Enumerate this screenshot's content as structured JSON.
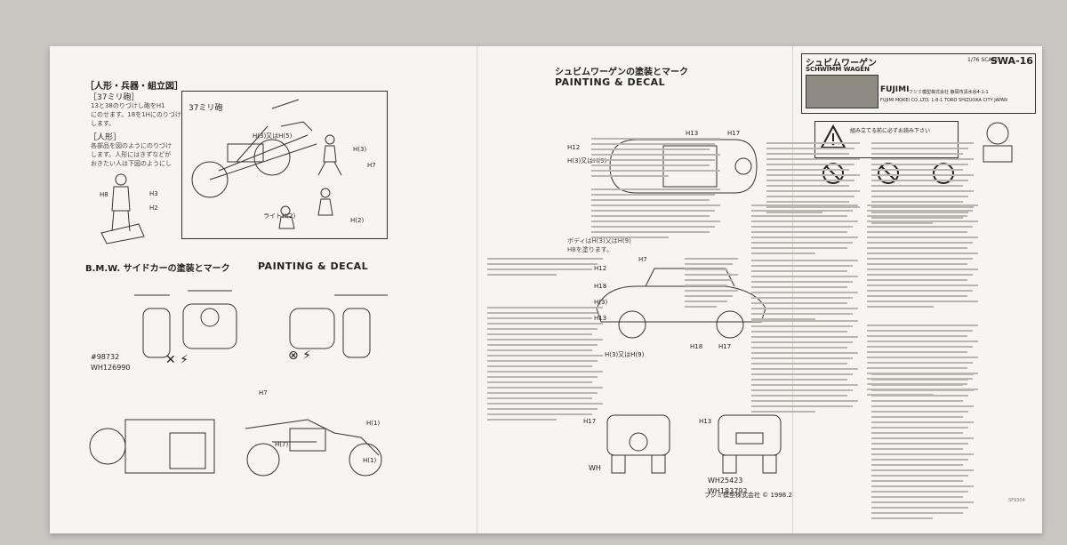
{
  "left_panel": {
    "assembly_title": "［人形・兵器・組立図］",
    "gun_note_title": "［37ミリ砲］",
    "gun_note_lines": [
      "13と38のりづけし砲をH1",
      "にのせます。18を1Hにのりづけ",
      "します。"
    ],
    "figure_note_title": "［人形］",
    "figure_note_lines": [
      "各部品を図のようにのりづけ",
      "します。人形にはきずなどが",
      "おきたい人は下図のようにし"
    ],
    "gun_label": "37ミリ砲",
    "h_labels": [
      "H8",
      "H3",
      "H2",
      "H(3)又はH(5)",
      "ライトH(2)",
      "H7",
      "H(3)",
      "H(2)"
    ],
    "bmw_title": "B.M.W. サイドカーの塗装とマーク",
    "bmw_title_en": "PAINTING & DECAL",
    "plate_numbers": [
      "#98732",
      "WH126990"
    ],
    "sidecar_labels": [
      "H7",
      "H(1)",
      "H(7)",
      "H(1)"
    ]
  },
  "middle_panel": {
    "title_jp": "シュビムワーゲンの塗装とマーク",
    "title_en": "PAINTING & DECAL",
    "top_labels": [
      "H12",
      "H(3)又はH(9)",
      "H13",
      "H17"
    ],
    "side_note_lines": [
      "ボディはH(3)又はH(9)",
      "H8を塗ります。"
    ],
    "side_labels": [
      "H7",
      "H12",
      "H18",
      "H(3)",
      "H13",
      "H(3)又はH(9)",
      "H18",
      "H17"
    ],
    "front_labels": [
      "H17",
      "H13"
    ],
    "plate_labels": [
      "WH",
      "WH25423",
      "WH183792"
    ],
    "footer": "フジミ模型株式会社 © 1998.2"
  },
  "right_panel": {
    "product_jp": "シュビムワーゲン",
    "product_en": "SCHWIMM WAGEN",
    "scale_label": "1/76 SCALE",
    "code": "SWA-16",
    "brand": "FUJIMI",
    "address": "フジミ模型株式会社  静岡市清水谷4-1-1",
    "address_en": "FUJIMI MOKEI CO.,LTD.  1-8-1 TORO SHIZUOKA CITY JAPAN",
    "warning_jp": "組み立てる前に必ずお読み下さい",
    "bottom_code": "SF9304"
  },
  "colors": {
    "sheet": "#f6f5f1",
    "ink": "#222222",
    "background": "#c9c6c1"
  }
}
